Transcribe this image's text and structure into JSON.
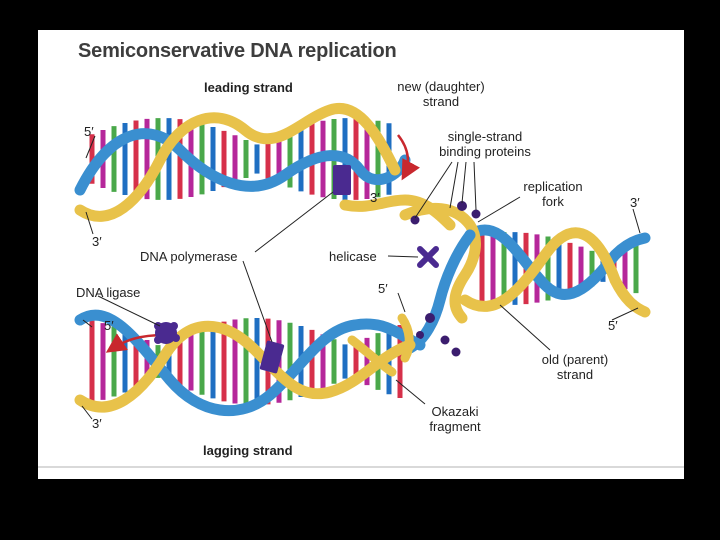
{
  "diagram": {
    "title": "Semiconservative DNA replication",
    "labels": {
      "leading_strand": "leading strand",
      "daughter_strand_line1": "new (daughter)",
      "daughter_strand_line2": "strand",
      "ssb_line1": "single-strand",
      "ssb_line2": "binding proteins",
      "fork_line1": "replication",
      "fork_line2": "fork",
      "five_prime_top_left": "5′",
      "three_prime_top_left": "3′",
      "three_prime_leading_end": "3′",
      "three_prime_right": "3′",
      "dna_polymerase": "DNA polymerase",
      "helicase": "helicase",
      "five_prime_lagging": "5′",
      "dna_ligase": "DNA ligase",
      "five_prime_bottom_left": "5′",
      "three_prime_bottom_left": "3′",
      "five_prime_right": "5′",
      "parent_strand_line1": "old (parent)",
      "parent_strand_line2": "strand",
      "okazaki_line1": "Okazaki",
      "okazaki_line2": "fragment",
      "lagging_strand": "lagging strand"
    },
    "colors": {
      "background": "#000000",
      "panel": "#ffffff",
      "backbone_gold": "#e8c24a",
      "backbone_blue": "#3a8fd0",
      "base_red": "#d6304a",
      "base_magenta": "#b5279a",
      "base_green": "#4aa84a",
      "base_blue": "#1f6fc2",
      "enzyme_purple": "#3b1d6e",
      "label_text": "#222222",
      "title_text": "#3d3d3d",
      "arrow_red": "#c8282e"
    }
  }
}
